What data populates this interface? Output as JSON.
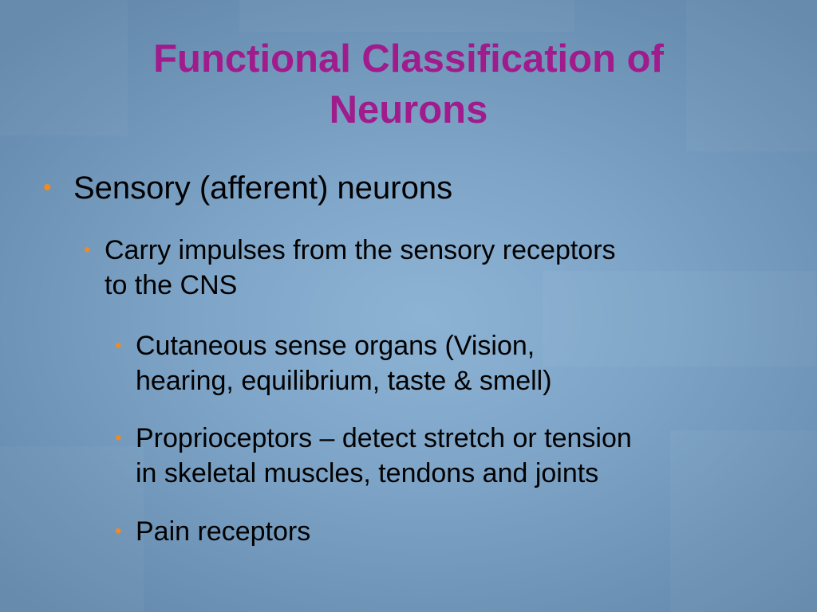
{
  "slide": {
    "title_lines": [
      "Functional Classification of",
      "Neurons"
    ],
    "bullets": {
      "l1": [
        "Sensory (afferent) neurons"
      ],
      "l2": [
        "Carry impulses from the sensory receptors",
        "to the CNS"
      ],
      "l3a": [
        "Cutaneous sense organs (Vision,",
        "hearing, equilibrium, taste & smell)"
      ],
      "l3b": [
        "Proprioceptors – detect stretch or tension",
        "in skeletal muscles, tendons and joints"
      ],
      "l3c": [
        "Pain receptors"
      ]
    },
    "bullet_glyph": "•"
  },
  "colors": {
    "title": "#a01c8c",
    "bullet": "#f08a24",
    "text": "#000000",
    "background": "#7ea5c8"
  }
}
